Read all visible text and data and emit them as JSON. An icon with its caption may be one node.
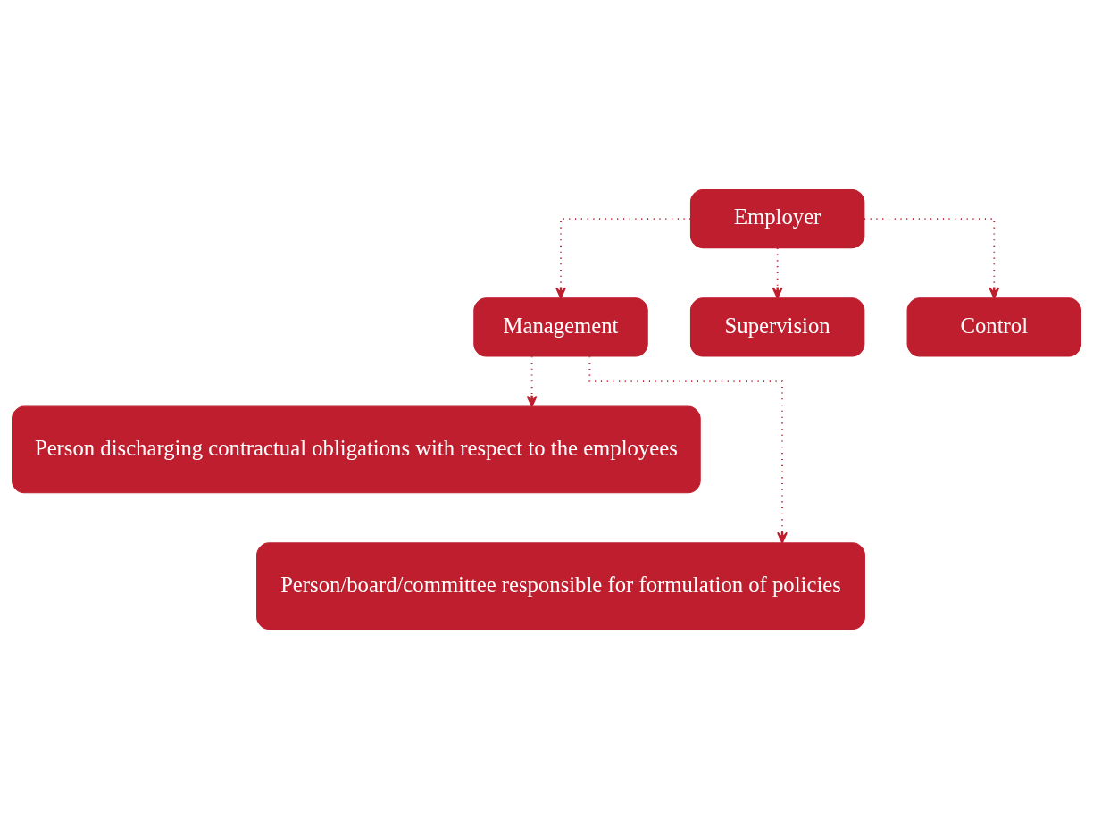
{
  "diagram": {
    "nodes": [
      {
        "text": [
          "Employer"
        ]
      },
      {
        "text": [
          "Management"
        ]
      },
      {
        "text": [
          "Supervision"
        ]
      },
      {
        "text": [
          "Control"
        ]
      },
      {
        "text": [
          "Person discharging contractual obligations with respect to the employees"
        ]
      },
      {
        "text": [
          "Person/board/committee responsible for formulation of policies"
        ]
      }
    ],
    "edges": [
      {
        "from": 0,
        "to": 1,
        "arrow": "to",
        "style": "dashed"
      },
      {
        "from": 0,
        "to": 2,
        "arrow": "to",
        "style": "dashed"
      },
      {
        "from": 0,
        "to": 3,
        "arrow": "to",
        "style": "dashed"
      },
      {
        "from": 1,
        "to": 4,
        "arrow": "to",
        "style": "dashed"
      },
      {
        "from": 1,
        "to": 5,
        "arrow": "to",
        "style": "dashed"
      }
    ]
  }
}
